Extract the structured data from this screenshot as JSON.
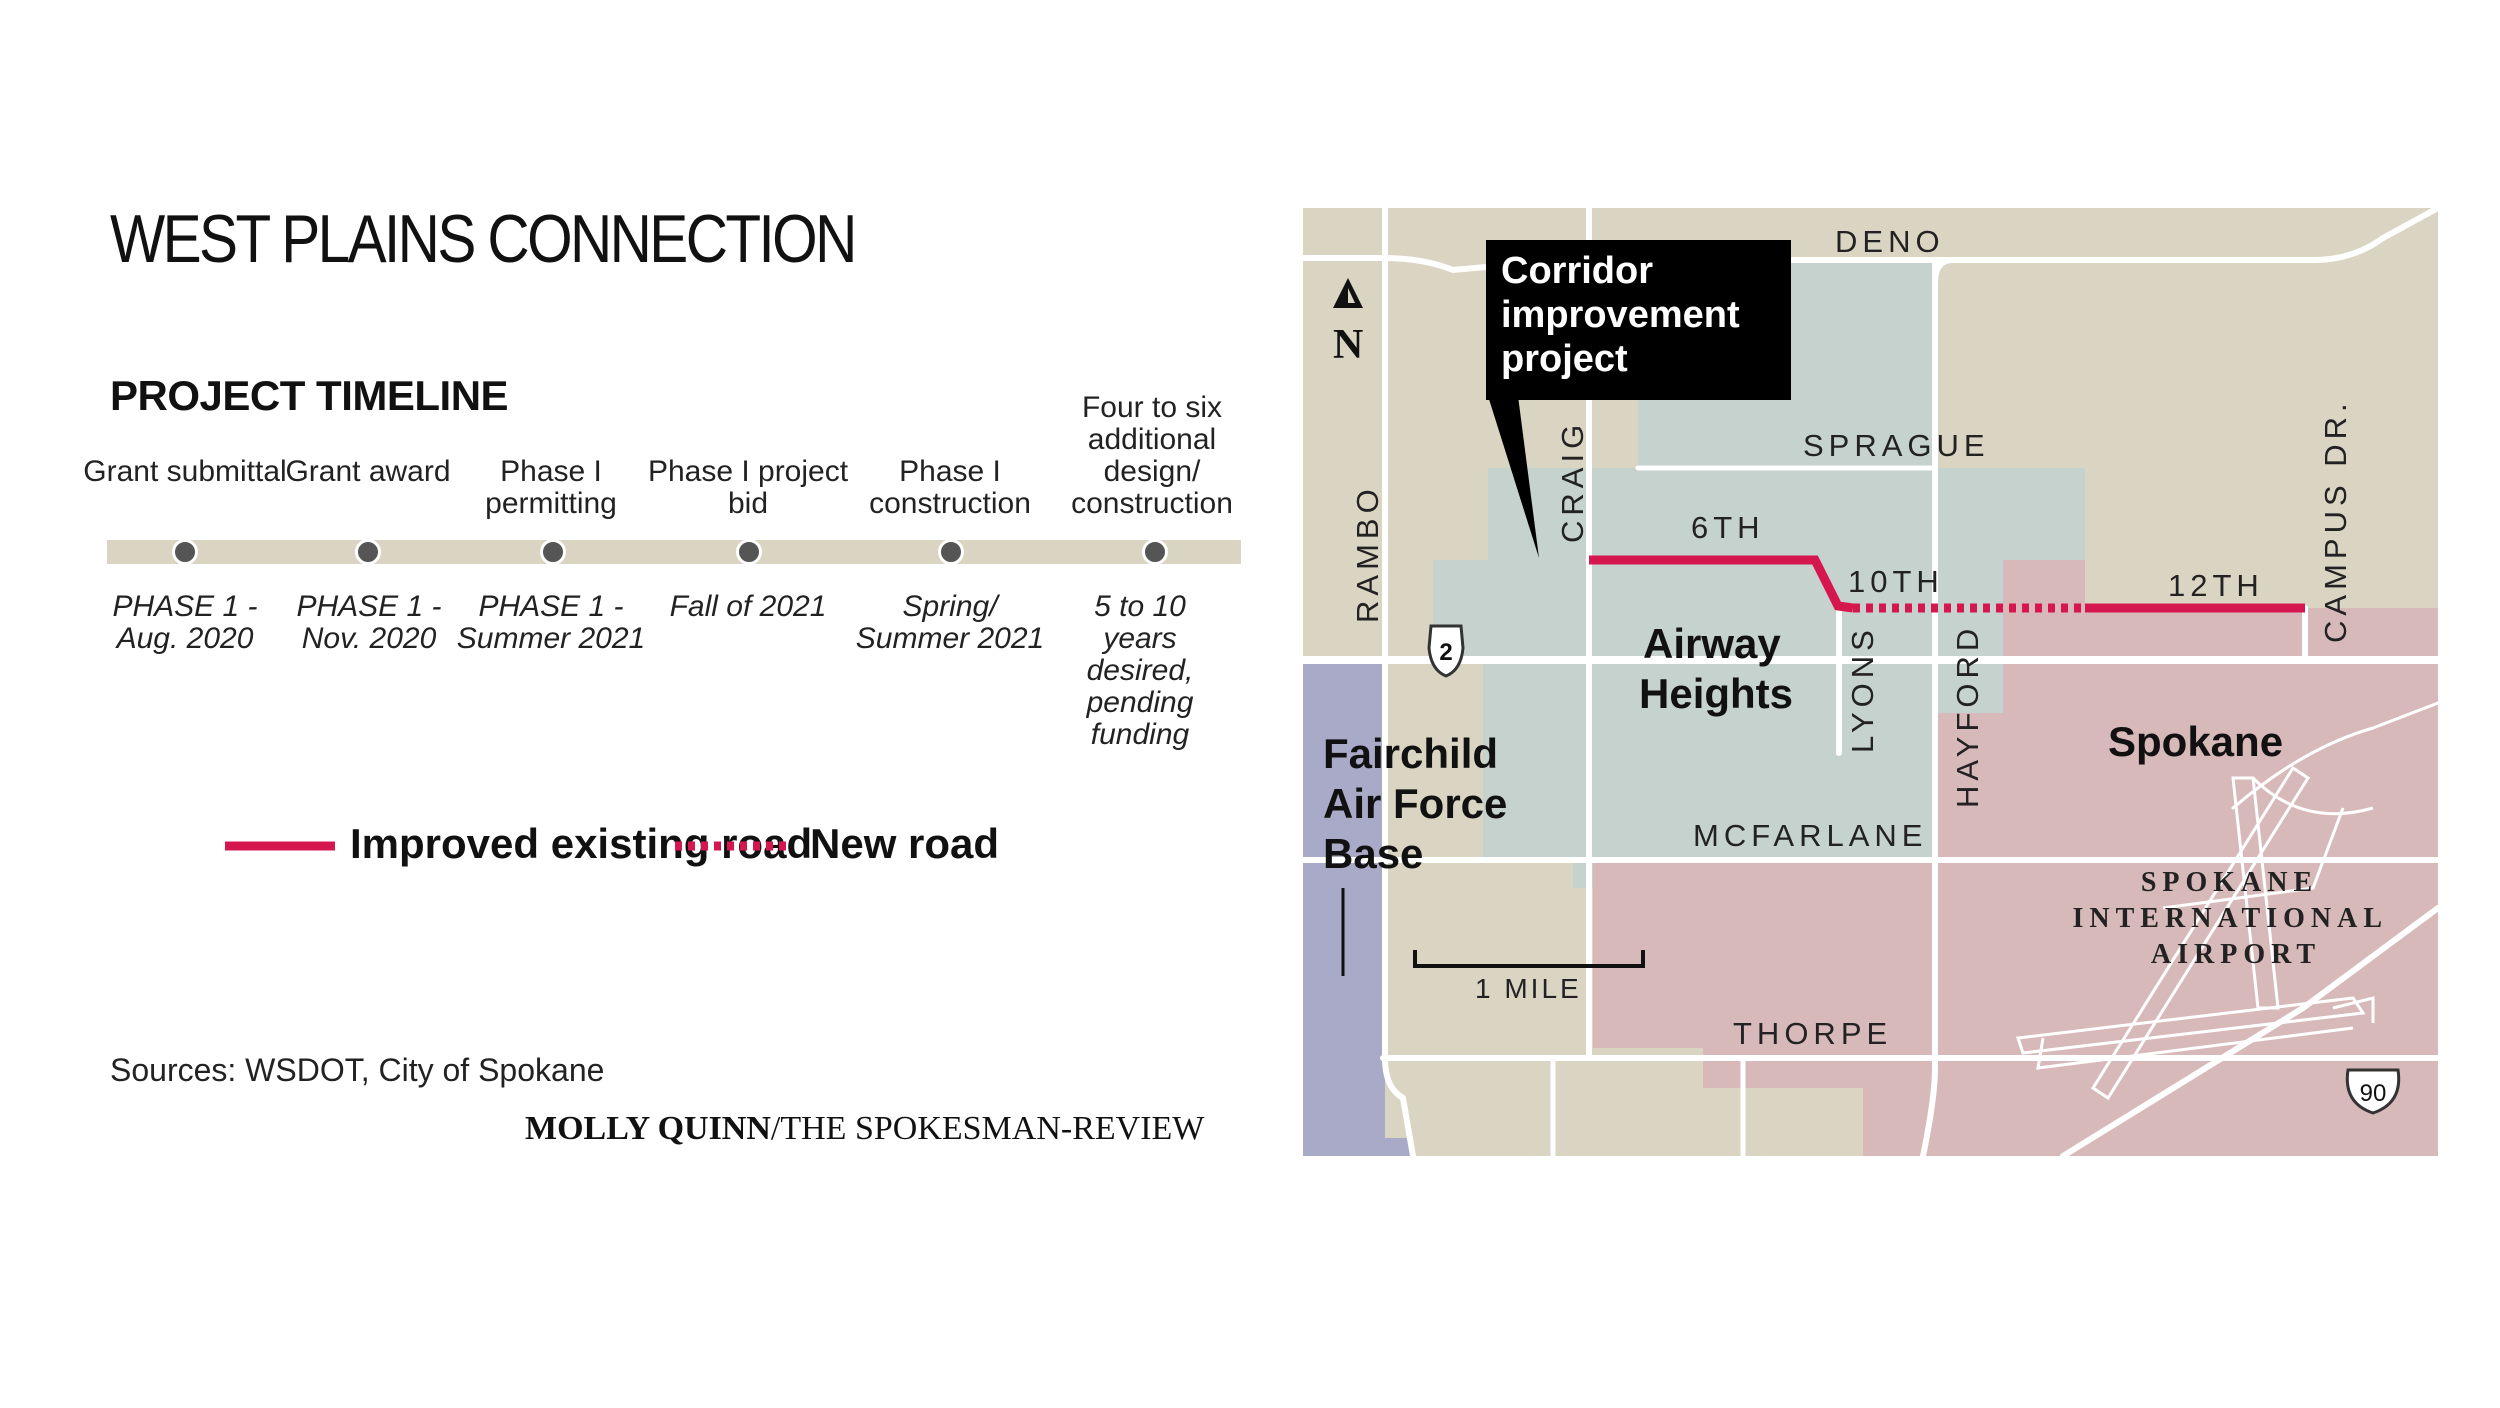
{
  "title": "WEST PLAINS CONNECTION",
  "timeline": {
    "heading": "PROJECT TIMELINE",
    "steps": [
      {
        "label": "Grant submittal",
        "date": "PHASE 1 - Aug. 2020"
      },
      {
        "label": "Grant award",
        "date": "PHASE 1 - Nov. 2020"
      },
      {
        "label": "Phase I permitting",
        "date": "PHASE 1 - Summer 2021"
      },
      {
        "label": "Phase I project bid",
        "date": "Fall of 2021"
      },
      {
        "label": "Phase I construction",
        "date": "Spring/ Summer 2021"
      },
      {
        "label": "Four to six additional design/ construction",
        "date": "5 to 10 years desired, pending funding"
      }
    ]
  },
  "legend": {
    "improved": "Improved existing road",
    "new": "New road",
    "improved_color": "#d6174f",
    "new_color": "#d6174f"
  },
  "sources": "Sources: WSDOT, City of Spokane",
  "credit": {
    "author": "MOLLY QUINN",
    "outlet": "/THE SPOKESMAN-REVIEW"
  },
  "map": {
    "callout": "Corridor improvement project",
    "north": "N",
    "roads": {
      "deno": "DENO",
      "sprague": "SPRAGUE",
      "sixth": "6TH",
      "tenth": "10TH",
      "twelfth": "12TH",
      "craig": "CRAIG",
      "rambo": "RAMBO",
      "lyons": "LYONS",
      "hayford": "HAYFORD",
      "campus": "CAMPUS DR.",
      "mcfarlane": "MCFARLANE",
      "thorpe": "THORPE"
    },
    "highways": {
      "us2": "2",
      "i90": "90"
    },
    "places": {
      "airway_heights": "Airway Heights",
      "fairchild": "Fairchild Air Force Base",
      "spokane": "Spokane",
      "airport": "SPOKANE INTERNATIONAL AIRPORT"
    },
    "scale": "1 MILE",
    "colors": {
      "land": "#dad4c3",
      "airway_heights": "#c5d2cd",
      "spokane": "#d8b9b9",
      "fairchild": "#a9aac8",
      "roads": "#ffffff",
      "callout": "#000000"
    }
  }
}
